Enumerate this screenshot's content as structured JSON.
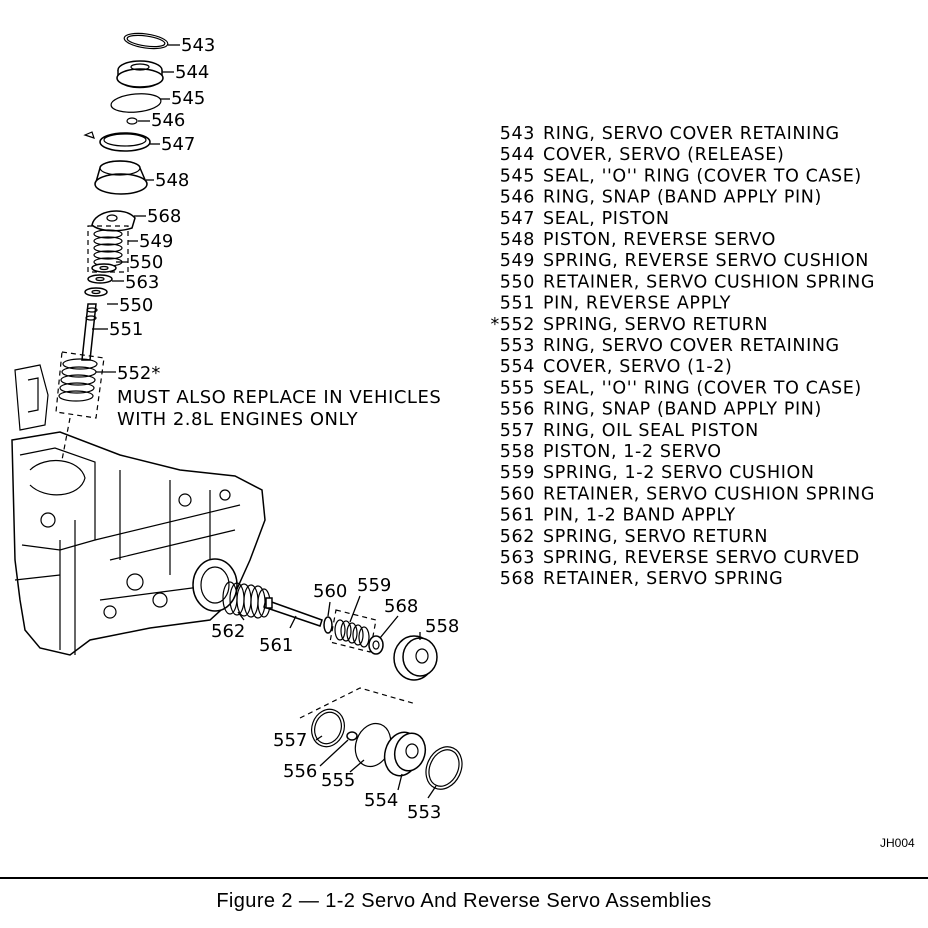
{
  "callouts": {
    "c543": "543",
    "c544": "544",
    "c545": "545",
    "c546": "546",
    "c547": "547",
    "c548": "548",
    "c568a": "568",
    "c549": "549",
    "c550a": "550",
    "c563": "563",
    "c550b": "550",
    "c551": "551",
    "c552": "552*",
    "c560": "560",
    "c559": "559",
    "c568b": "568",
    "c558": "558",
    "c562": "562",
    "c561": "561",
    "c557": "557",
    "c556": "556",
    "c555": "555",
    "c554": "554",
    "c553": "553"
  },
  "note": {
    "line1": "MUST ALSO REPLACE IN VEHICLES",
    "line2": "WITH 2.8L ENGINES ONLY"
  },
  "legend": [
    {
      "num": "543",
      "desc": "RING, SERVO COVER RETAINING"
    },
    {
      "num": "544",
      "desc": "COVER, SERVO (RELEASE)"
    },
    {
      "num": "545",
      "desc": "SEAL, ''O'' RING (COVER TO CASE)"
    },
    {
      "num": "546",
      "desc": "RING, SNAP (BAND APPLY PIN)"
    },
    {
      "num": "547",
      "desc": "SEAL, PISTON"
    },
    {
      "num": "548",
      "desc": "PISTON, REVERSE SERVO"
    },
    {
      "num": "549",
      "desc": "SPRING, REVERSE SERVO CUSHION"
    },
    {
      "num": "550",
      "desc": "RETAINER, SERVO CUSHION SPRING"
    },
    {
      "num": "551",
      "desc": "PIN, REVERSE APPLY"
    },
    {
      "num": "*552",
      "desc": "SPRING, SERVO RETURN"
    },
    {
      "num": "553",
      "desc": "RING, SERVO COVER RETAINING"
    },
    {
      "num": "554",
      "desc": "COVER, SERVO (1-2)"
    },
    {
      "num": "555",
      "desc": "SEAL, ''O'' RING (COVER TO CASE)"
    },
    {
      "num": "556",
      "desc": "RING, SNAP (BAND APPLY PIN)"
    },
    {
      "num": "557",
      "desc": "RING, OIL SEAL PISTON"
    },
    {
      "num": "558",
      "desc": "PISTON, 1-2 SERVO"
    },
    {
      "num": "559",
      "desc": "SPRING, 1-2 SERVO CUSHION"
    },
    {
      "num": "560",
      "desc": "RETAINER, SERVO CUSHION SPRING"
    },
    {
      "num": "561",
      "desc": "PIN, 1-2 BAND APPLY"
    },
    {
      "num": "562",
      "desc": "SPRING, SERVO RETURN"
    },
    {
      "num": "563",
      "desc": "SPRING, REVERSE SERVO CURVED"
    },
    {
      "num": "568",
      "desc": "RETAINER, SERVO SPRING"
    }
  ],
  "code": "JH004",
  "caption": "Figure 2 — 1-2 Servo And Reverse Servo Assemblies"
}
